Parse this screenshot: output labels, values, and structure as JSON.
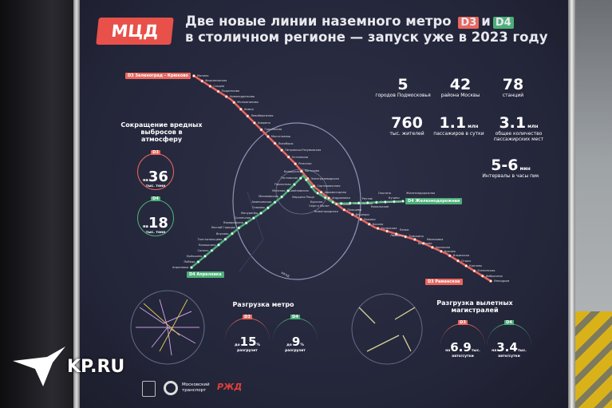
{
  "logo": "МЦД",
  "title": {
    "line1": "Две новые линии наземного метро",
    "d3": "D3",
    "and": "и",
    "d4": "D4",
    "line2": "в столичном регионе — запуск уже в 2023 году"
  },
  "stats": [
    {
      "value": "5",
      "unit": "",
      "label": "городов Подмосковья"
    },
    {
      "value": "42",
      "unit": "",
      "label": "района Москвы"
    },
    {
      "value": "78",
      "unit": "",
      "label": "станций"
    },
    {
      "value": "760",
      "unit": "",
      "label": "тыс. жителей"
    },
    {
      "value": "1.1",
      "unit": "млн",
      "label": "пассажиров в сутки"
    },
    {
      "value": "3.1",
      "unit": "млн",
      "label": "общее количество пассажирских мест"
    },
    {
      "value": "5-6",
      "unit": "мин",
      "label": "Интервалы в часы пик"
    }
  ],
  "emissions": {
    "heading": "Сокращение вредных выбросов в атмосферу",
    "d3": {
      "badge": "D3",
      "prefix": "на",
      "value": "36",
      "unit": "тыс. тонн"
    },
    "d4": {
      "badge": "D4",
      "prefix": "на",
      "value": "18",
      "unit": "тыс. тонн"
    }
  },
  "map": {
    "d3_north": {
      "badge": "D3",
      "name": "Зеленоград – Крюково"
    },
    "d3_south": {
      "badge": "D3",
      "name": "Раменское"
    },
    "d4_east": {
      "badge": "D4",
      "name": "Железнодорожная"
    },
    "d4_west": {
      "badge": "D4",
      "name": "Апрелевка"
    },
    "d3_stations": [
      "Малино",
      "Фирсановская",
      "Сходня",
      "Подрезково",
      "Новоподрезково",
      "Молжаниново",
      "Химки",
      "Левобережная",
      "Ховрино",
      "Грачёвская",
      "Моссельмаш",
      "Лихоборы",
      "Петровско-Разумовская",
      "Останкино",
      "Рижская",
      "Митьково",
      "Электрозаводская",
      "Сортировочная",
      "Авиамоторная",
      "Андроновка",
      "Перово",
      "Плющево",
      "Вешняки",
      "Выхино",
      "Косино",
      "Ухтомская",
      "Люберцы",
      "Панки",
      "Томилино",
      "Красково",
      "Малаховка",
      "Удельная",
      "Быково",
      "Ильинская",
      "Отдых",
      "Кратово",
      "Есенинская",
      "Фабричная",
      "Ипподром"
    ],
    "d4_stations": [
      "Апрелевка",
      "Победа",
      "Крёкшино",
      "Санино",
      "Кокошкино",
      "Толстопальцево",
      "Внуково",
      "Лесной Городок",
      "Переделкино",
      "Солнечная",
      "Мичуринец",
      "Очаково",
      "Аминьевская",
      "Матвеевская",
      "Минская",
      "Поклонная",
      "Тестовская",
      "Белорусская",
      "Савёловская",
      "Марьина Роща",
      "Курская",
      "Серп и Молот",
      "Нижегородская",
      "Новогиреево",
      "Реутов",
      "Никольское",
      "Салтыковская",
      "Кучино",
      "Ольгино",
      "Железнодорожная"
    ],
    "ring_label": "МКАД"
  },
  "metro_relief": {
    "heading": "Разгрузка метро",
    "d3": {
      "badge": "D3",
      "prefix": "до",
      "value": "15",
      "unit": "%",
      "label": "разгрузит"
    },
    "d4": {
      "badge": "D4",
      "prefix": "до",
      "value": "9",
      "unit": "%",
      "label": "разгрузит"
    }
  },
  "road_relief": {
    "heading": "Разгрузка вылетных магистралей",
    "d3": {
      "badge": "D3",
      "prefix": "на",
      "value": "6.9",
      "unit": "тыс.",
      "label": "авто/сутки"
    },
    "d4": {
      "badge": "D4",
      "prefix": "на",
      "value": "3.4",
      "unit": "тыс.",
      "label": "авто/сутки"
    }
  },
  "footer": {
    "transport": "Московский транспорт",
    "rzd": "РЖД"
  },
  "watermark": "KP.RU",
  "colors": {
    "poster": "#232539",
    "d3": "#e8675e",
    "d4": "#4caf78",
    "logo": "#e8504a"
  }
}
